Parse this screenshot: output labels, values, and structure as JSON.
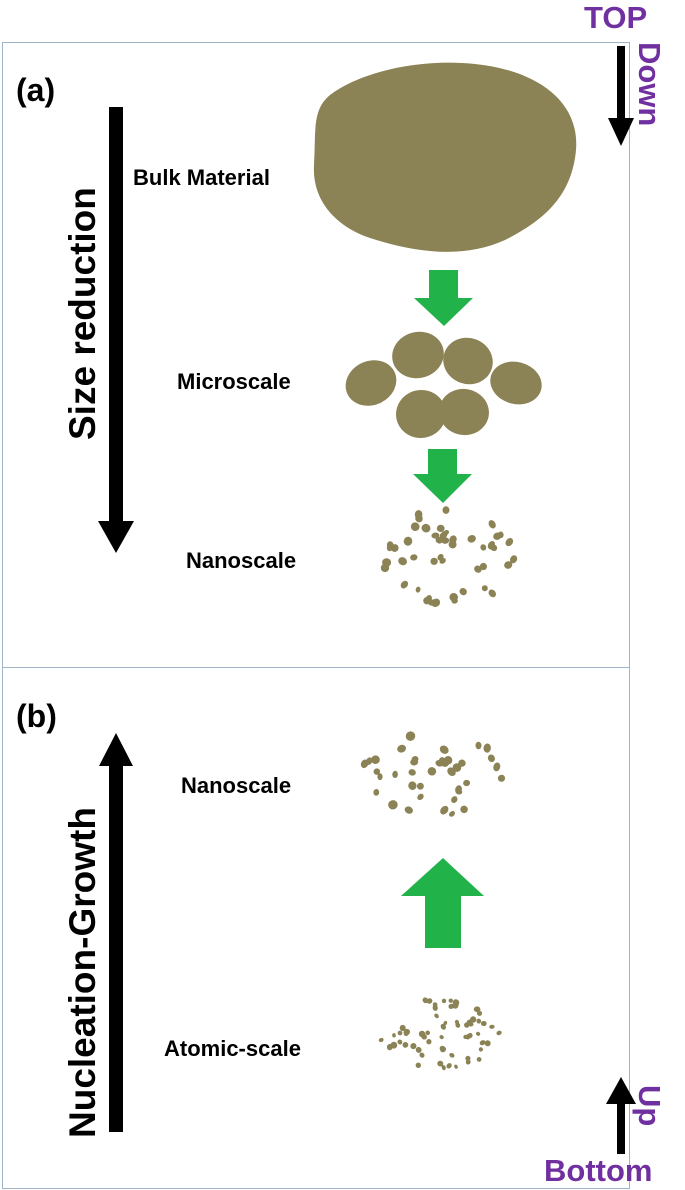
{
  "panel_a": {
    "label": "(a)",
    "axis_label": "Size reduction",
    "stages": [
      "Bulk Material",
      "Microscale",
      "Nanoscale"
    ]
  },
  "panel_b": {
    "label": "(b)",
    "axis_label": "Nucleation-Growth",
    "stages": [
      "Nanoscale",
      "Atomic-scale"
    ]
  },
  "side": {
    "top": "TOP",
    "down": "Down",
    "up": "Up",
    "bottom": "Bottom"
  },
  "colors": {
    "particle": "#8b8355",
    "flow_arrow": "#21b34a",
    "axis_arrow": "#000000",
    "side_text": "#7030a0",
    "panel_border": "#9fb3c8"
  }
}
